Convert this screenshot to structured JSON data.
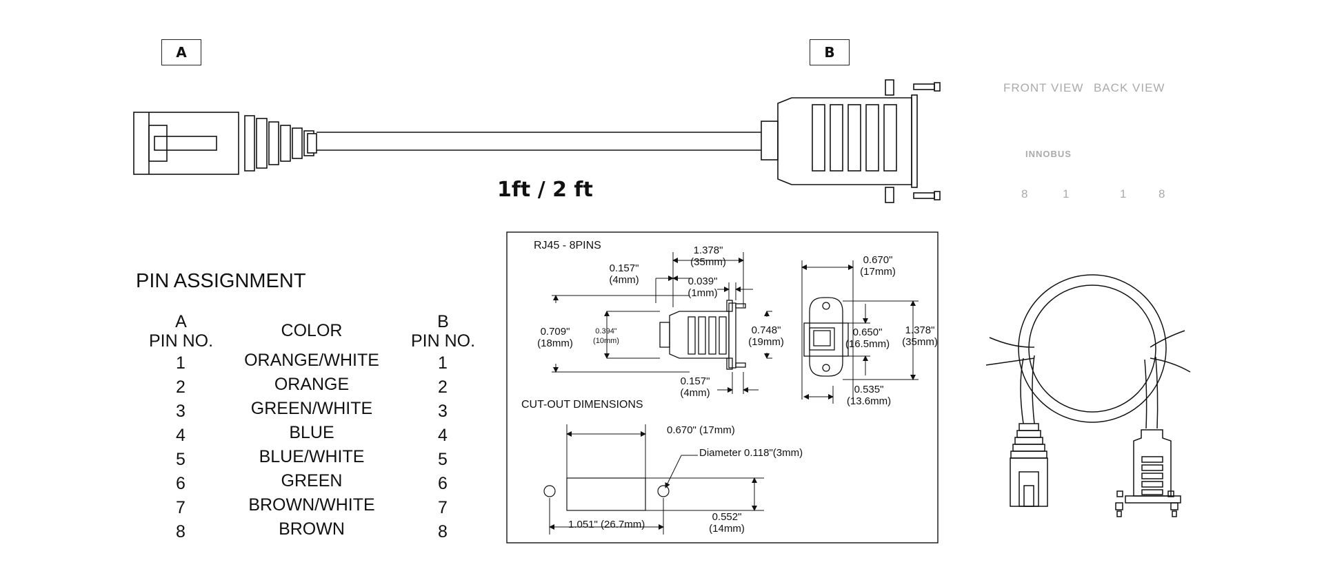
{
  "connectors": {
    "a_label": "A",
    "b_label": "B"
  },
  "cable_length": "1ft / 2 ft",
  "views": {
    "front": "FRONT VIEW",
    "back": "BACK VIEW",
    "brand": "INNOBUS",
    "pins": [
      "8",
      "1",
      "1",
      "8"
    ]
  },
  "pin_assignment": {
    "title": "PIN ASSIGNMENT",
    "headers": {
      "a_top": "A",
      "a_bottom": "PIN NO.",
      "color": "COLOR",
      "b_top": "B",
      "b_bottom": "PIN NO."
    },
    "rows": [
      {
        "a": "1",
        "color": "ORANGE/WHITE",
        "b": "1"
      },
      {
        "a": "2",
        "color": "ORANGE",
        "b": "2"
      },
      {
        "a": "3",
        "color": "GREEN/WHITE",
        "b": "3"
      },
      {
        "a": "4",
        "color": "BLUE",
        "b": "4"
      },
      {
        "a": "5",
        "color": "BLUE/WHITE",
        "b": "5"
      },
      {
        "a": "6",
        "color": "GREEN",
        "b": "6"
      },
      {
        "a": "7",
        "color": "BROWN/WHITE",
        "b": "7"
      },
      {
        "a": "8",
        "color": "BROWN",
        "b": "8"
      }
    ]
  },
  "dimensions": {
    "title": "RJ45 - 8PINS",
    "d1378_in": "1.378\"",
    "d1378_mm": "(35mm)",
    "d0157_in": "0.157\"",
    "d0157_mm": "(4mm)",
    "d0039_in": "0.039\"",
    "d0039_mm": "(1mm)",
    "d0709_in": "0.709\"",
    "d0709_mm": "(18mm)",
    "d0394_in": "0.394\"",
    "d0394_mm": "(10mm)",
    "d0748_in": "0.748\"",
    "d0748_mm": "(19mm)",
    "d0157b_in": "0.157\"",
    "d0157b_mm": "(4mm)",
    "d0670_in": "0.670\"",
    "d0670_mm": "(17mm)",
    "d0650_in": "0.650\"",
    "d0650_mm": "(16.5mm)",
    "d1378b_in": "1.378\"",
    "d1378b_mm": "(35mm)",
    "d0535_in": "0.535\"",
    "d0535_mm": "(13.6mm)",
    "cutout_title": "CUT-OUT DIMENSIONS",
    "cut_0670": "0.670\" (17mm)",
    "cut_diameter": "Diameter 0.118\"(3mm)",
    "cut_1051": "1.051\" (26.7mm)",
    "cut_0552_in": "0.552\"",
    "cut_0552_mm": "(14mm)"
  }
}
